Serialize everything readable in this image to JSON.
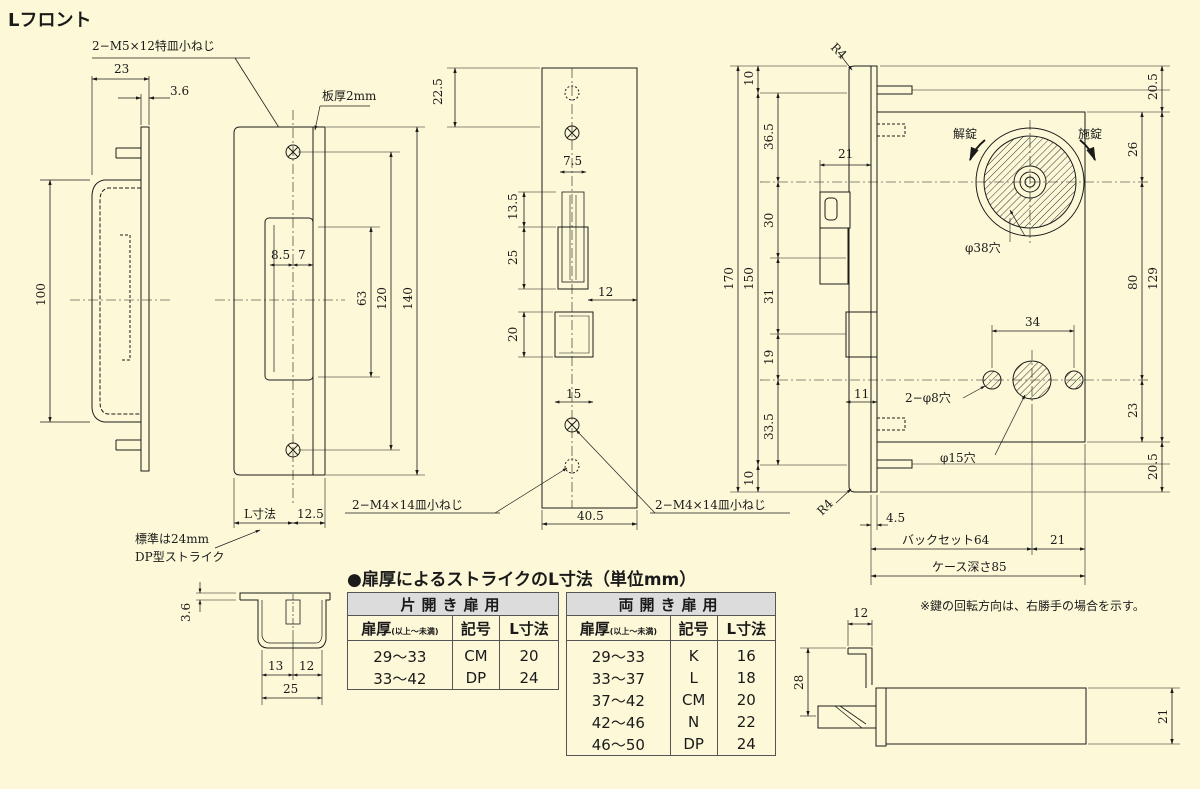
{
  "title": "Lフロント",
  "front_view": {
    "screw_top": "2−M5×12特皿小ねじ",
    "dim_23": "23",
    "dim_3_6": "3.6",
    "dim_100": "100"
  },
  "strike_view": {
    "plate_thickness": "板厚2mm",
    "dim_8_5": "8.5",
    "dim_7": "7",
    "dim_63": "63",
    "dim_120": "120",
    "dim_140": "140",
    "dim_L": "L寸法",
    "dim_12_5": "12.5",
    "std_note_1": "標準は24mm",
    "std_note_2": "DP型ストライク"
  },
  "face_view": {
    "dim_22_5": "22.5",
    "dim_7_5": "7.5",
    "dim_13_5": "13.5",
    "dim_25": "25",
    "dim_12": "12",
    "dim_20": "20",
    "dim_15": "15",
    "dim_40_5": "40.5",
    "screw_left": "2−M4×14皿小ねじ",
    "screw_right": "2−M4×14皿小ねじ"
  },
  "case_view": {
    "r4_top": "R4",
    "r4_bottom": "R4",
    "dim_10_top": "10",
    "dim_36_5": "36.5",
    "dim_30": "30",
    "dim_31": "31",
    "dim_19": "19",
    "dim_33_5": "33.5",
    "dim_10_bottom": "10",
    "dim_170": "170",
    "dim_150": "150",
    "dim_21_top": "21",
    "dim_11": "11",
    "dim_4_5": "4.5",
    "unlock": "解錠",
    "lock": "施錠",
    "hole_38": "φ38穴",
    "dim_34": "34",
    "hole_8": "2−φ8穴",
    "hole_15": "φ15穴",
    "dim_20_5_top": "20.5",
    "dim_26": "26",
    "dim_80": "80",
    "dim_129": "129",
    "dim_23": "23",
    "dim_20_5_bottom": "20.5",
    "backset": "バックセット64",
    "dim_21_bottom": "21",
    "case_depth": "ケース深さ85"
  },
  "strike_section": {
    "dim_3_6": "3.6",
    "dim_13": "13",
    "dim_12": "12",
    "dim_25": "25"
  },
  "latch_view": {
    "dim_12": "12",
    "dim_28": "28",
    "dim_21": "21"
  },
  "table": {
    "title": "●扉厚によるストライクのL寸法（単位mm）",
    "note": "※鍵の回転方向は、右勝手の場合を示す。",
    "single": {
      "header": "片開き扉用",
      "col_thickness": "扉厚",
      "col_thickness_sub": "(以上〜未満)",
      "col_code": "記号",
      "col_L": "L寸法",
      "rows": [
        {
          "range": "29〜33",
          "code": "CM",
          "L": "20"
        },
        {
          "range": "33〜42",
          "code": "DP",
          "L": "24"
        }
      ]
    },
    "double": {
      "header": "両開き扉用",
      "col_thickness": "扉厚",
      "col_thickness_sub": "(以上〜未満)",
      "col_code": "記号",
      "col_L": "L寸法",
      "rows": [
        {
          "range": "29〜33",
          "code": "K",
          "L": "16"
        },
        {
          "range": "33〜37",
          "code": "L",
          "L": "18"
        },
        {
          "range": "37〜42",
          "code": "CM",
          "L": "20"
        },
        {
          "range": "42〜46",
          "code": "N",
          "L": "22"
        },
        {
          "range": "46〜50",
          "code": "DP",
          "L": "24"
        }
      ]
    }
  },
  "colors": {
    "background": "#fdf9d8",
    "line": "#1a1a1a",
    "table_header": "#dcdcdc"
  }
}
